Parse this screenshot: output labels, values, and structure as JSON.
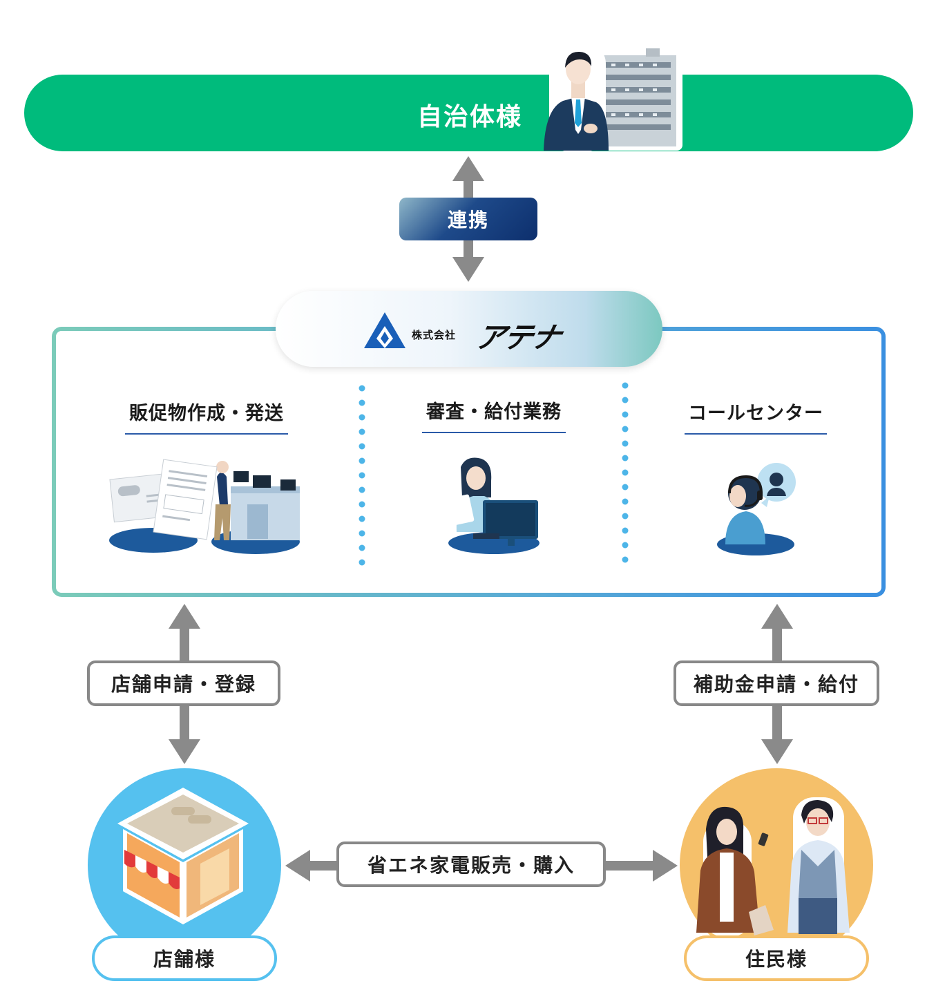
{
  "top": {
    "label": "自治体様"
  },
  "link": {
    "label": "連携"
  },
  "company": {
    "prefix": "株式会社",
    "name": "アテナ"
  },
  "sections": [
    {
      "title": "販促物作成・発送"
    },
    {
      "title": "審査・給付業務"
    },
    {
      "title": "コールセンター"
    }
  ],
  "flows": {
    "store_reg": "店舗申請・登録",
    "subsidy": "補助金申請・給付",
    "sales": "省エネ家電販売・購入"
  },
  "parties": {
    "store": "店舗様",
    "resident": "住民様"
  },
  "colors": {
    "green": "#00bb7c",
    "navy": "#0d2f6d",
    "store_circle": "#55c1ef",
    "resident_circle": "#f5c06a",
    "arrow": "#8a8a8a"
  }
}
